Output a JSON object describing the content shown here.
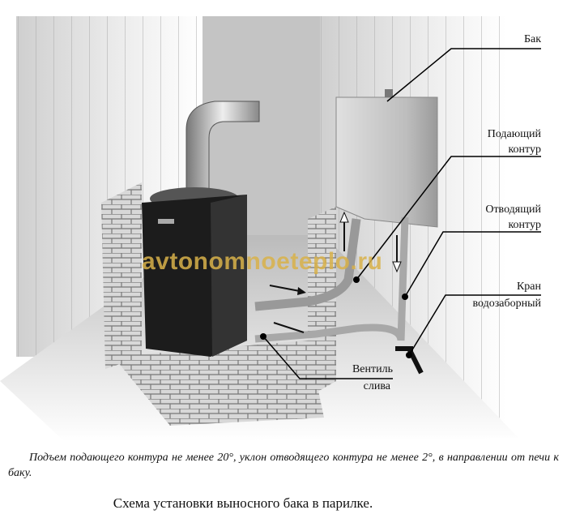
{
  "labels": {
    "tank": "Бак",
    "supply_circuit": [
      "Подающий",
      "контур"
    ],
    "return_circuit": [
      "Отводящий",
      "контур"
    ],
    "water_tap": [
      "Кран",
      "водозаборный"
    ],
    "drain_valve": [
      "Вентиль",
      "слива"
    ]
  },
  "watermark": "avtonomnoeteplo.ru",
  "note": "Подъем подающего контура не менее 20°, уклон отводящего контура не менее  2°, в направлении от печи к баку.",
  "caption": "Схема установки выносного бака в парилке.",
  "colors": {
    "watermark": "#d9b24a",
    "stove": "#1c1c1c",
    "tank": "#cfcfcf"
  }
}
